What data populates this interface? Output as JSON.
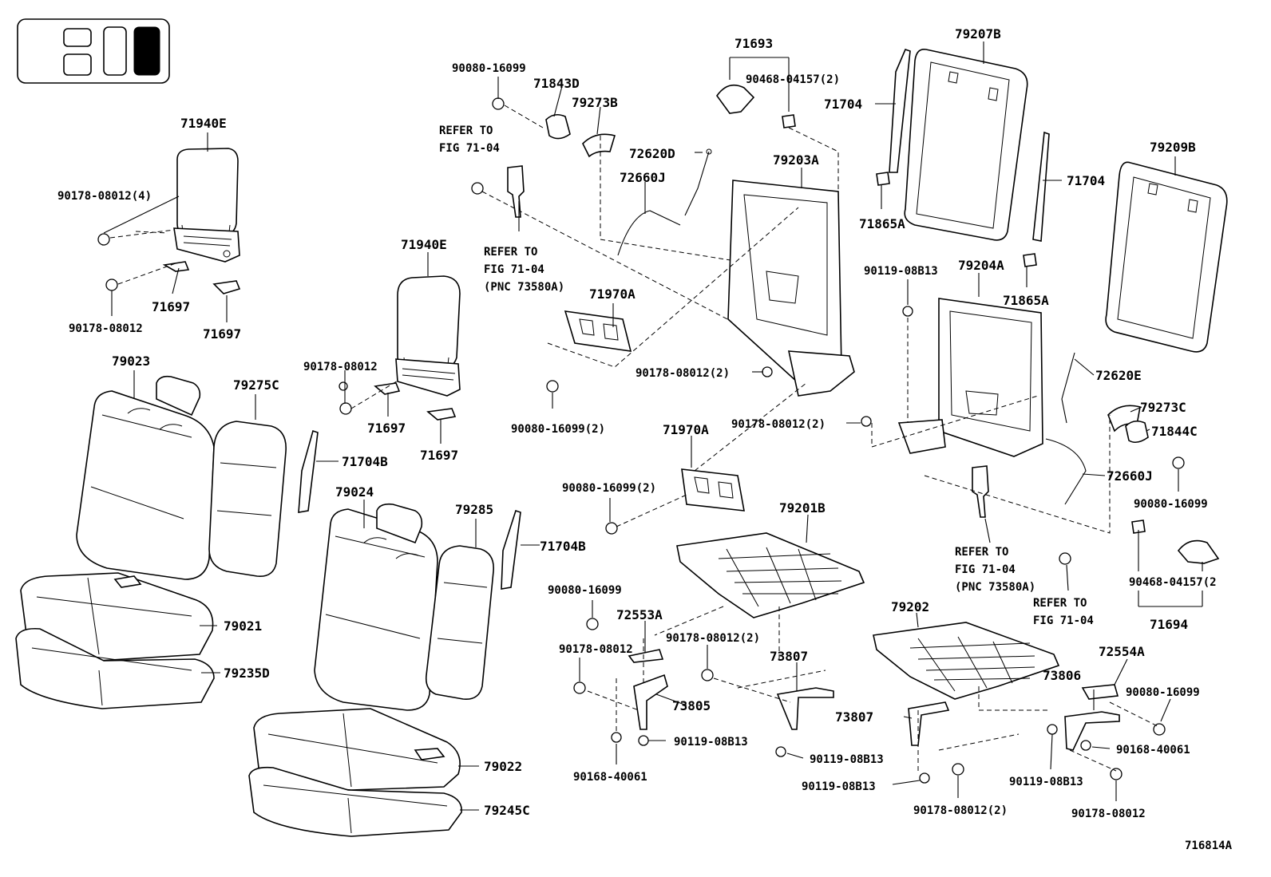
{
  "locator_icon": "vehicle-seat-locator-icon",
  "figure_id": "716814A",
  "labels": {
    "p71693": "71693",
    "p90468_04157_2_top": "90468-04157(2)",
    "p79207B": "79207B",
    "p71704_top": "71704",
    "p71865A_top": "71865A",
    "p79209B": "79209B",
    "p71704_right": "71704",
    "p90080_16099_top": "90080-16099",
    "p71843D": "71843D",
    "p79273B": "79273B",
    "p71940E_left": "71940E",
    "p90178_08012_4": "90178-08012(4)",
    "p71697_a": "71697",
    "p71697_b": "71697",
    "p90178_08012_left": "90178-08012",
    "p72620D": "72620D",
    "p72660J_top": "72660J",
    "p79203A": "79203A",
    "p71940E_mid": "71940E",
    "p71970A_top": "71970A",
    "p90080_16099_2_a": "90080-16099(2)",
    "p90178_08012_mid": "90178-08012",
    "p71697_c": "71697",
    "p71697_d": "71697",
    "p90119_08B13_top": "90119-08B13",
    "p79204A": "79204A",
    "p71865A_right": "71865A",
    "p90178_08012_2_a": "90178-08012(2)",
    "p90178_08012_2_b": "90178-08012(2)",
    "p72620E": "72620E",
    "p79273C": "79273C",
    "p71844C": "71844C",
    "p72660J_right": "72660J",
    "p90080_16099_right": "90080-16099",
    "p79023": "79023",
    "p79275C": "79275C",
    "p71704B_a": "71704B",
    "p79024": "79024",
    "p79285": "79285",
    "p71704B_b": "71704B",
    "p71970A_mid": "71970A",
    "p90080_16099_2_b": "90080-16099(2)",
    "p79201B": "79201B",
    "p79021": "79021",
    "p79235D": "79235D",
    "p90080_16099_mid": "90080-16099",
    "p72553A": "72553A",
    "p90178_08012_low": "90178-08012",
    "p90178_08012_2_c": "90178-08012(2)",
    "p73805": "73805",
    "p73807_a": "73807",
    "p90119_08B13_a": "90119-08B13",
    "p90168_40061_a": "90168-40061",
    "p90119_08B13_b": "90119-08B13",
    "p73807_b": "73807",
    "p90119_08B13_c": "90119-08B13",
    "p90178_08012_2_d": "90178-08012(2)",
    "p79202": "79202",
    "p72554A": "72554A",
    "p73806": "73806",
    "p90080_16099_low": "90080-16099",
    "p90168_40061_b": "90168-40061",
    "p90119_08B13_d": "90119-08B13",
    "p90178_08012_bottom": "90178-08012",
    "p79022": "79022",
    "p79245C": "79245C",
    "p90468_04157_2_right": "90468-04157(2",
    "p71694": "71694"
  },
  "refs": {
    "r1_line1": "REFER TO",
    "r1_line2": "FIG 71-04",
    "r2_line1": "REFER TO",
    "r2_line2": "FIG 71-04",
    "r2_line3": "(PNC 73580A)",
    "r3_line1": "REFER TO",
    "r3_line2": "FIG 71-04",
    "r3_line3": "(PNC 73580A)",
    "r4_line1": "REFER TO",
    "r4_line2": "FIG 71-04"
  }
}
